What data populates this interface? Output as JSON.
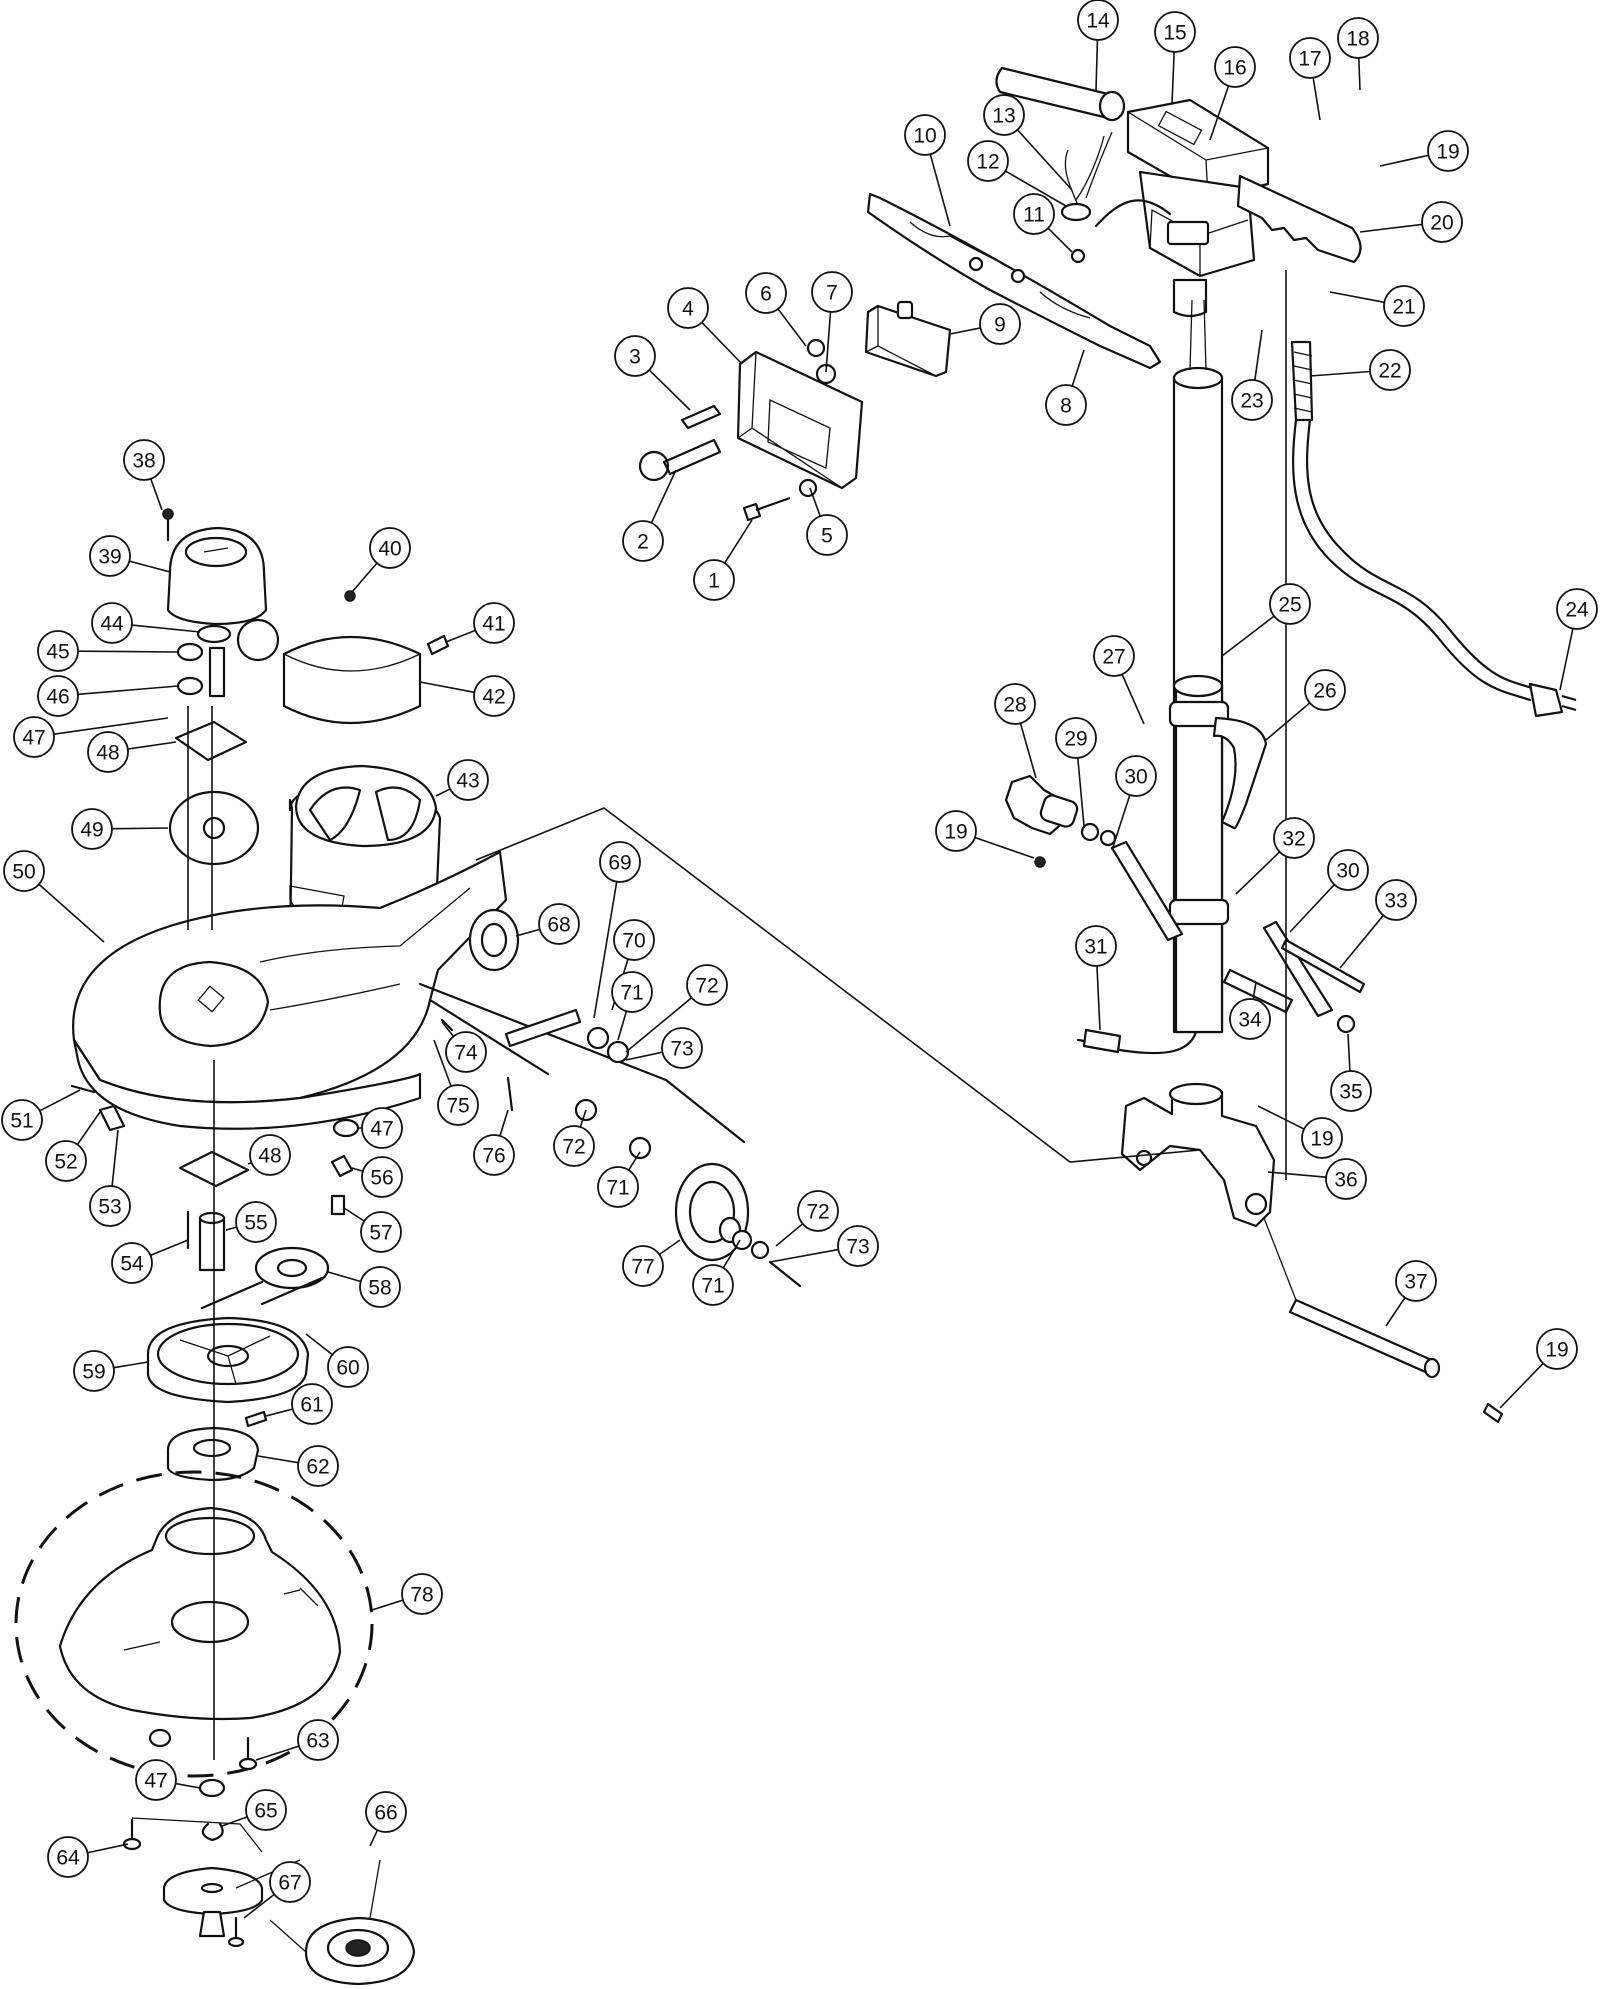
{
  "callouts": [
    {
      "label": "1"
    },
    {
      "label": "2"
    },
    {
      "label": "3"
    },
    {
      "label": "4"
    },
    {
      "label": "5"
    },
    {
      "label": "6"
    },
    {
      "label": "7"
    },
    {
      "label": "8"
    },
    {
      "label": "9"
    },
    {
      "label": "10"
    },
    {
      "label": "11"
    },
    {
      "label": "12"
    },
    {
      "label": "13"
    },
    {
      "label": "14"
    },
    {
      "label": "15"
    },
    {
      "label": "16"
    },
    {
      "label": "17"
    },
    {
      "label": "18"
    },
    {
      "label": "19"
    },
    {
      "label": "20"
    },
    {
      "label": "21"
    },
    {
      "label": "22"
    },
    {
      "label": "23"
    },
    {
      "label": "24"
    },
    {
      "label": "25"
    },
    {
      "label": "26"
    },
    {
      "label": "27"
    },
    {
      "label": "28"
    },
    {
      "label": "29"
    },
    {
      "label": "30"
    },
    {
      "label": "19"
    },
    {
      "label": "32"
    },
    {
      "label": "30"
    },
    {
      "label": "33"
    },
    {
      "label": "31"
    },
    {
      "label": "34"
    },
    {
      "label": "35"
    },
    {
      "label": "19"
    },
    {
      "label": "36"
    },
    {
      "label": "37"
    },
    {
      "label": "19"
    },
    {
      "label": "38"
    },
    {
      "label": "39"
    },
    {
      "label": "40"
    },
    {
      "label": "41"
    },
    {
      "label": "42"
    },
    {
      "label": "44"
    },
    {
      "label": "45"
    },
    {
      "label": "46"
    },
    {
      "label": "47"
    },
    {
      "label": "48"
    },
    {
      "label": "43"
    },
    {
      "label": "49"
    },
    {
      "label": "50"
    },
    {
      "label": "68"
    },
    {
      "label": "69"
    },
    {
      "label": "70"
    },
    {
      "label": "71"
    },
    {
      "label": "72"
    },
    {
      "label": "73"
    },
    {
      "label": "74"
    },
    {
      "label": "75"
    },
    {
      "label": "51"
    },
    {
      "label": "52"
    },
    {
      "label": "53"
    },
    {
      "label": "47"
    },
    {
      "label": "48"
    },
    {
      "label": "56"
    },
    {
      "label": "76"
    },
    {
      "label": "72"
    },
    {
      "label": "71"
    },
    {
      "label": "57"
    },
    {
      "label": "55"
    },
    {
      "label": "54"
    },
    {
      "label": "72"
    },
    {
      "label": "73"
    },
    {
      "label": "77"
    },
    {
      "label": "71"
    },
    {
      "label": "58"
    },
    {
      "label": "60"
    },
    {
      "label": "59"
    },
    {
      "label": "61"
    },
    {
      "label": "62"
    },
    {
      "label": "78"
    },
    {
      "label": "63"
    },
    {
      "label": "47"
    },
    {
      "label": "65"
    },
    {
      "label": "66"
    },
    {
      "label": "64"
    },
    {
      "label": "67"
    }
  ]
}
